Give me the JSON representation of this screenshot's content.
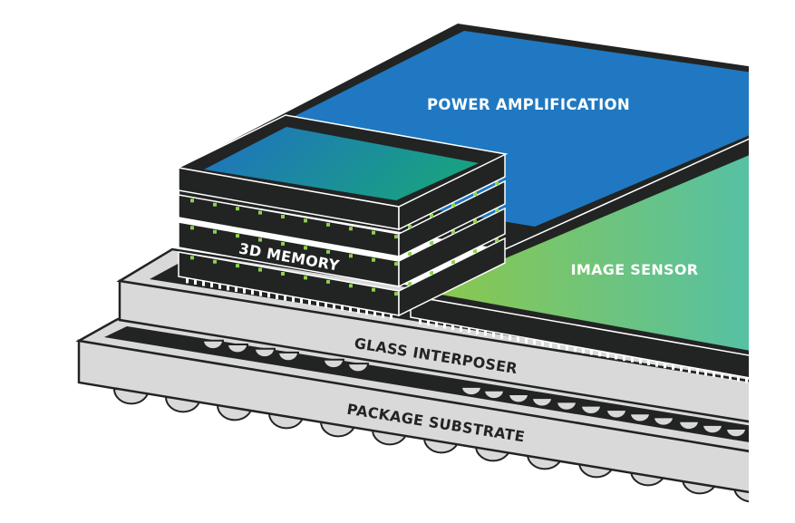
{
  "labels": {
    "power_amplification": "POWER AMPLIFICATION",
    "image_sensor": "IMAGE SENSOR",
    "memory": "3D MEMORY",
    "glass_interposer": "GLASS INTERPOSER",
    "package_substrate": "PACKAGE SUBSTRATE"
  },
  "colors": {
    "outline": "#222423",
    "substrate_grey": "#d9d9d9",
    "power_amp_blue": "#1f78c1",
    "image_sensor_green": "#8cc84b",
    "image_sensor_teal": "#4bbfb6",
    "memory_blue": "#1f70c2",
    "memory_teal": "#19a083",
    "via_green": "#8dd14a"
  }
}
